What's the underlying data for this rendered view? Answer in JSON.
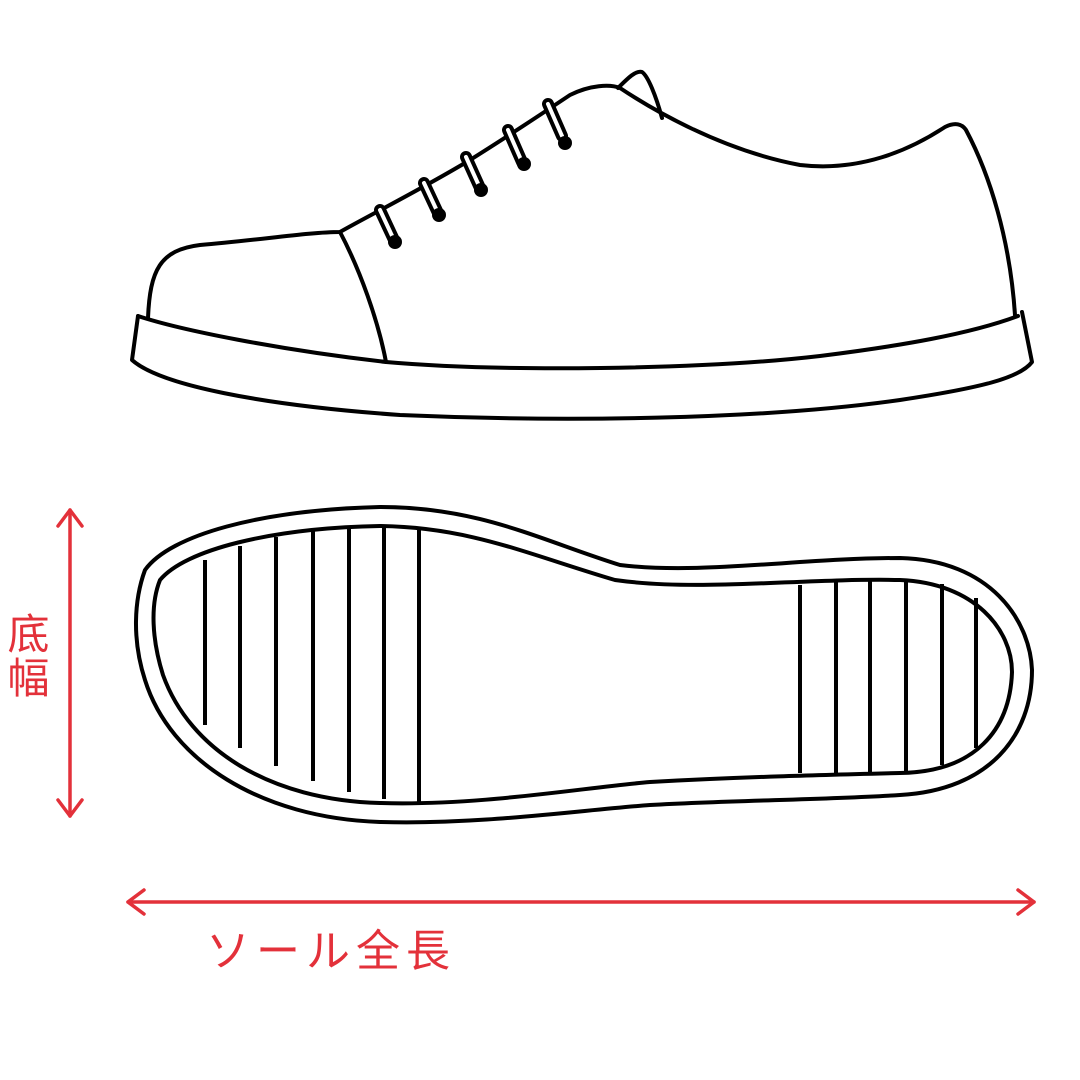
{
  "diagram": {
    "title": "Shoe sole measurement guide",
    "views": [
      {
        "name": "side-view",
        "description": "Sneaker side profile with 5 lace eyelets and toe cap"
      },
      {
        "name": "sole-bottom-view",
        "description": "Outsole outline with tread bars at toe and heel"
      }
    ],
    "measurements": {
      "width_label": "底幅",
      "length_label": "ソール全長"
    },
    "colors": {
      "line": "#000000",
      "annotation": "#e3313a",
      "background": "#ffffff"
    },
    "shoe": {
      "eyelet_count": 5,
      "toe_tread_bars": 7,
      "heel_tread_bars": 6
    }
  }
}
